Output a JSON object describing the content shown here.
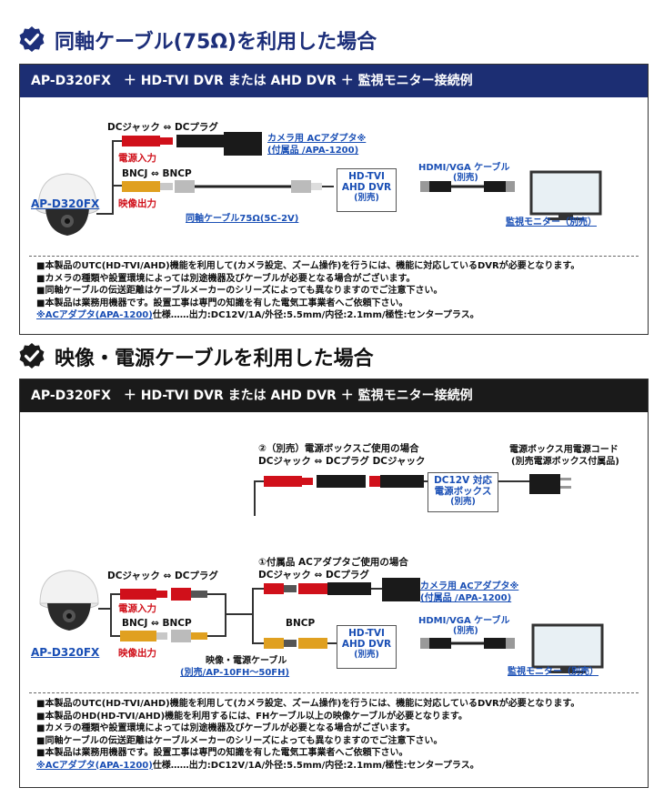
{
  "sections": [
    {
      "title": "同軸ケーブル(75Ω)を利用した場合",
      "bar": "AP-D320FX　＋ HD-TVI DVR または AHD DVR ＋ 監視モニター接続例",
      "labels": {
        "dc_jack_plug": "DCジャック ⇔ DCプラグ",
        "power_in": "電源入力",
        "adapter_line1": "カメラ用 ACアダプタ※",
        "adapter_line2": "(付属品 /APA-1200)",
        "bnc": "BNCJ ⇔ BNCP",
        "video_out": "映像出力",
        "model": "AP-D320FX",
        "coax": "同軸ケーブル75Ω(5C-2V)",
        "dvr_line1": "HD-TVI",
        "dvr_line2": "AHD DVR",
        "dvr_line3": "(別売)",
        "hdmi_line1": "HDMI/VGA ケーブル",
        "hdmi_line2": "(別売)",
        "monitor": "監視モニター（別売）"
      },
      "notes": [
        "■本製品のUTC(HD-TVI/AHD)機能を利用して(カメラ設定、ズーム操作)を行うには、機能に対応しているDVRが必要となります。",
        "■カメラの種類や設置環境によっては別途機器及びケーブルが必要となる場合がございます。",
        "■同軸ケーブルの伝送距離はケーブルメーカーのシリーズによっても異なりますのでご注意下さい。",
        "■本製品は業務用機器です。設置工事は専門の知識を有した電気工事業者へご依頼下さい。"
      ],
      "adapter_note_link": "※ACアダプタ(APA-1200)",
      "adapter_note_rest": "仕様……出力:DC12V/1A/外径:5.5mm/内径:2.1mm/極性:センタープラス。"
    },
    {
      "title": "映像・電源ケーブルを利用した場合",
      "bar": "AP-D320FX　＋ HD-TVI DVR または AHD DVR ＋ 監視モニター接続例",
      "labels": {
        "opt2_title": "②（別売）電源ボックスご使用の場合",
        "opt2_sub": "DCジャック ⇔ DCプラグ  DCジャック",
        "psu_cord_line1": "電源ボックス用電源コード",
        "psu_cord_line2": "(別売電源ボックス付属品)",
        "psu_box_line1": "DC12V 対応",
        "psu_box_line2": "電源ボックス",
        "psu_box_line3": "(別売)",
        "opt1_title": "①付属品 ACアダプタご使用の場合",
        "opt1_sub": "DCジャック ⇔ DCプラグ",
        "dc_jack_plug": "DCジャック ⇔ DCプラグ",
        "power_in": "電源入力",
        "adapter_line1": "カメラ用 ACアダプタ※",
        "adapter_line2": "(付属品 /APA-1200)",
        "bnc": "BNCJ ⇔ BNCP",
        "bncp": "BNCP",
        "video_out": "映像出力",
        "model": "AP-D320FX",
        "cable_line1": "映像・電源ケーブル",
        "cable_line2": "(別売/AP-10FH～50FH)",
        "dvr_line1": "HD-TVI",
        "dvr_line2": "AHD DVR",
        "dvr_line3": "(別売)",
        "hdmi_line1": "HDMI/VGA ケーブル",
        "hdmi_line2": "(別売)",
        "monitor": "監視モニター（別売）"
      },
      "notes": [
        "■本製品のUTC(HD-TVI/AHD)機能を利用して(カメラ設定、ズーム操作)を行うには、機能に対応しているDVRが必要となります。",
        "■本製品のHD(HD-TVI/AHD)機能を利用するには、FHケーブル以上の映像ケーブルが必要となります。",
        "■カメラの種類や設置環境によっては別途機器及びケーブルが必要となる場合がございます。",
        "■同軸ケーブルの伝送距離はケーブルメーカーのシリーズによっても異なりますのでご注意下さい。",
        "■本製品は業務用機器です。設置工事は専門の知識を有した電気工事業者へご依頼下さい。"
      ],
      "adapter_note_link": "※ACアダプタ(APA-1200)",
      "adapter_note_rest": "仕様……出力:DC12V/1A/外径:5.5mm/内径:2.1mm/極性:センタープラス。"
    }
  ],
  "colors": {
    "title": "#1d2f7a",
    "bar1": "#1c2e73",
    "bar2": "#1a1a1a",
    "link": "#1a4fb5",
    "power": "#d0101a",
    "video": "#e0a020"
  }
}
